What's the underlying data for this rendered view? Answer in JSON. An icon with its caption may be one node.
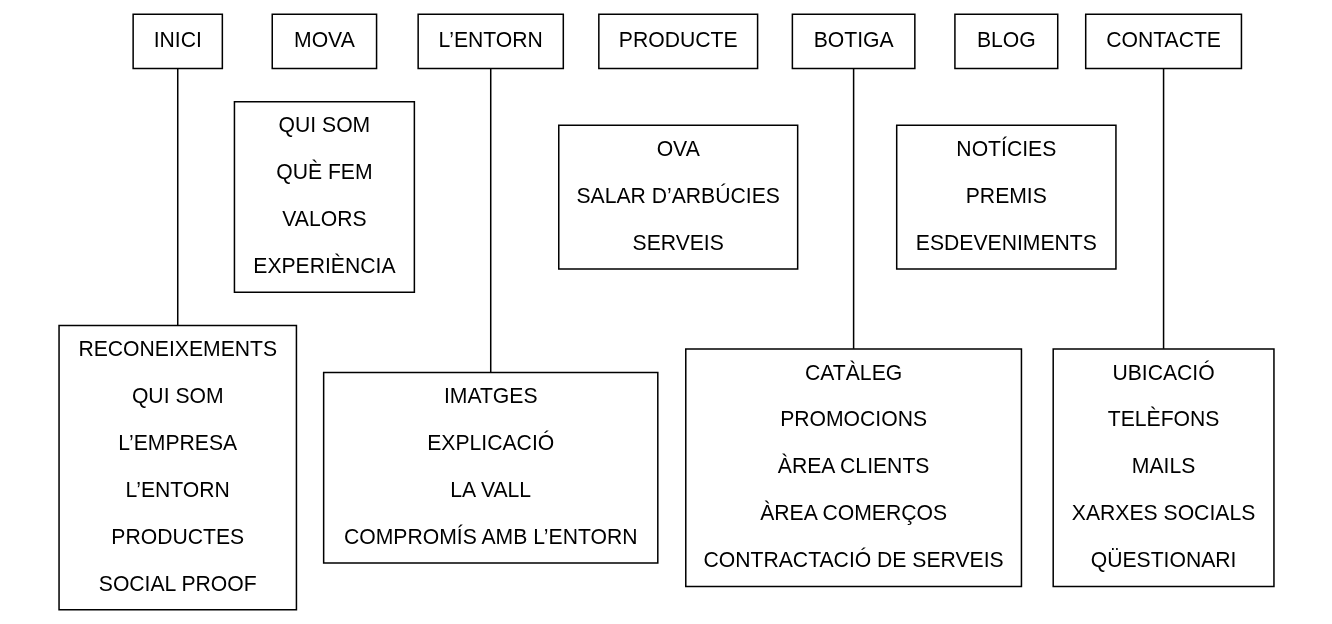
{
  "diagram": {
    "nodes": [
      {
        "text": [
          "INICI"
        ]
      },
      {
        "text": [
          "MOVA"
        ]
      },
      {
        "text": [
          "L’ENTORN"
        ]
      },
      {
        "text": [
          "PRODUCTE"
        ]
      },
      {
        "text": [
          "BOTIGA"
        ]
      },
      {
        "text": [
          "BLOG"
        ]
      },
      {
        "text": [
          "CONTACTE"
        ]
      },
      {
        "text": [
          "QUI SOM",
          "QUÈ FEM",
          "VALORS",
          "EXPERIÈNCIA"
        ]
      },
      {
        "text": [
          "OVA",
          "SALAR D’ARBÚCIES",
          "SERVEIS"
        ]
      },
      {
        "text": [
          "NOTÍCIES",
          "PREMIS",
          "ESDEVENIMENTS"
        ]
      },
      {
        "text": [
          "RECONEIXEMENTS",
          "QUI SOM",
          "L’EMPRESA",
          "L’ENTORN",
          "PRODUCTES",
          "SOCIAL PROOF"
        ]
      },
      {
        "text": [
          "IMATGES",
          "EXPLICACIÓ",
          "LA VALL",
          "COMPROMÍS AMB L’ENTORN"
        ]
      },
      {
        "text": [
          "CATÀLEG",
          "PROMOCIONS",
          "ÀREA CLIENTS",
          "ÀREA COMERÇOS",
          "CONTRACTACIÓ DE SERVEIS"
        ]
      },
      {
        "text": [
          "UBICACIÓ",
          "TELÈFONS",
          "MAILS",
          "XARXES SOCIALS",
          "QÜESTIONARI"
        ]
      }
    ],
    "edges": [
      {
        "from": 0,
        "to": 10,
        "arrow": "none"
      },
      {
        "from": 2,
        "to": 11,
        "arrow": "none"
      },
      {
        "from": 4,
        "to": 12,
        "arrow": "none"
      },
      {
        "from": 6,
        "to": 13,
        "arrow": "none"
      }
    ]
  }
}
